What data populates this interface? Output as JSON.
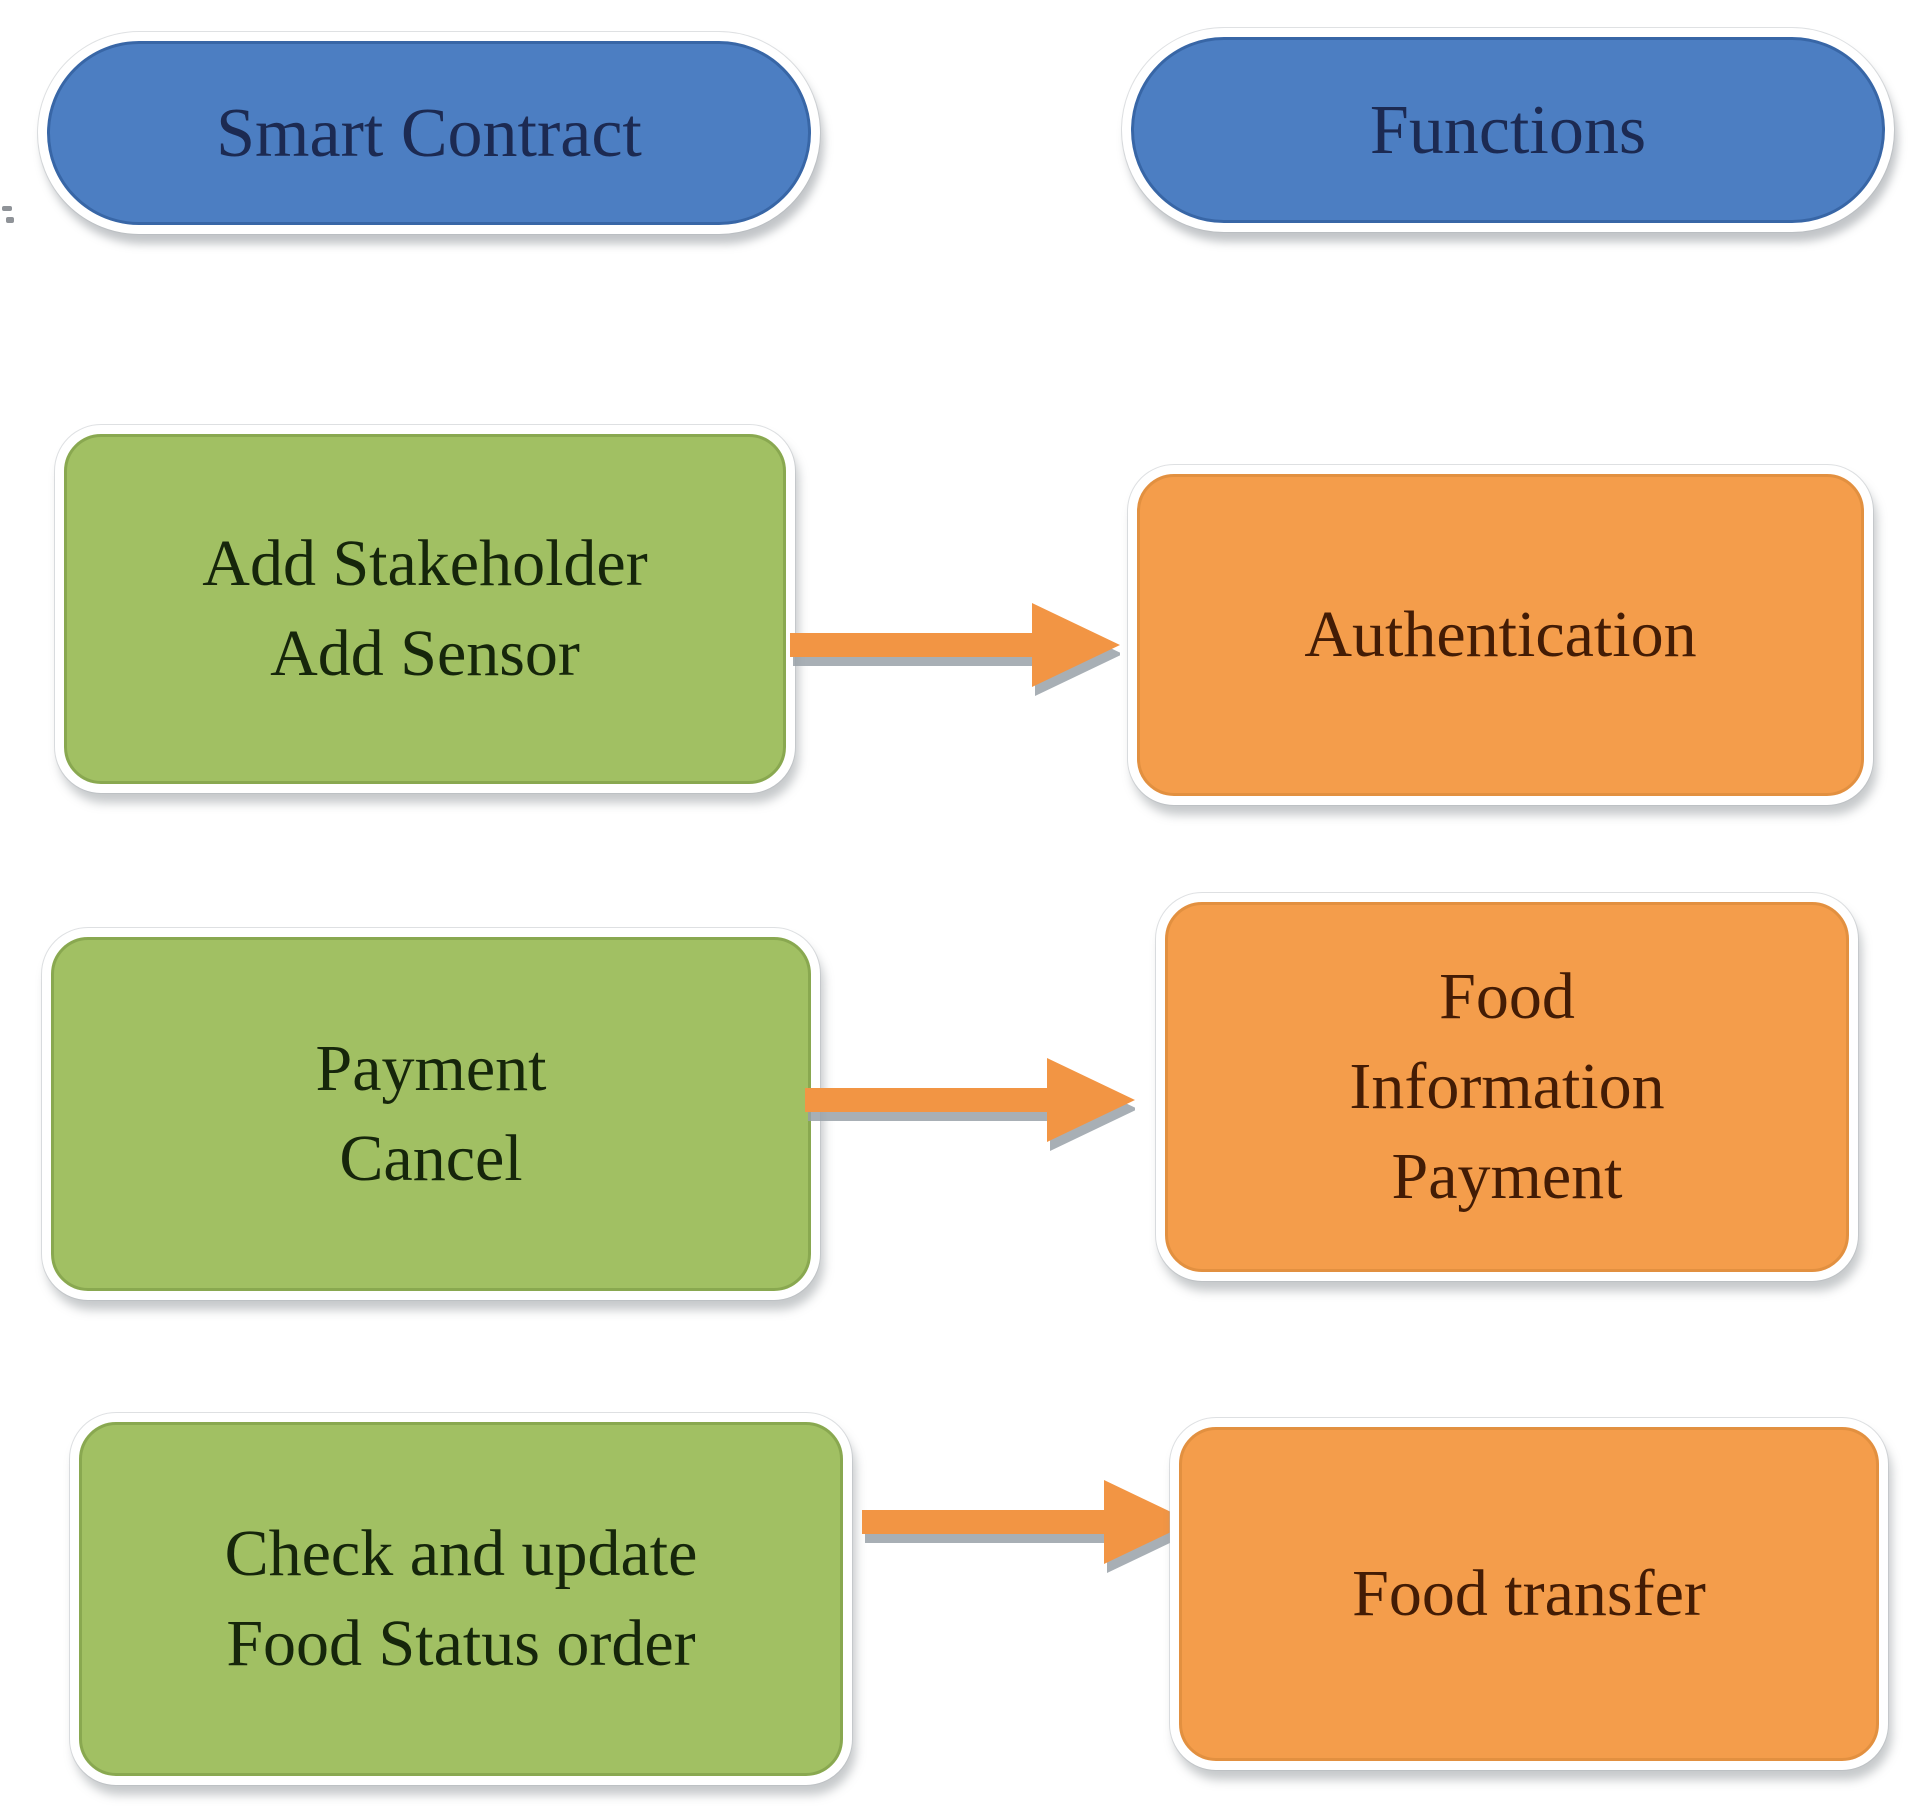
{
  "colors": {
    "canvas_bg": "#ffffff",
    "header_fill": "#4c7ec2",
    "header_text": "#1c2a52",
    "source_fill": "#a1c063",
    "source_text": "#16260b",
    "target_fill": "#f49d4b",
    "target_text": "#431c05",
    "arrow_fill": "#f29544",
    "arrow_shadow": "#99a1a8"
  },
  "headers": [
    {
      "label": "Smart Contract"
    },
    {
      "label": "Functions"
    }
  ],
  "rows": [
    {
      "source_lines": [
        "Add Stakeholder",
        "Add Sensor"
      ],
      "target_lines": [
        "Authentication"
      ]
    },
    {
      "source_lines": [
        "Payment",
        "Cancel"
      ],
      "target_lines": [
        "Food",
        "Information",
        "Payment"
      ]
    },
    {
      "source_lines": [
        "Check and update",
        "Food Status order"
      ],
      "target_lines": [
        "Food transfer"
      ]
    }
  ]
}
